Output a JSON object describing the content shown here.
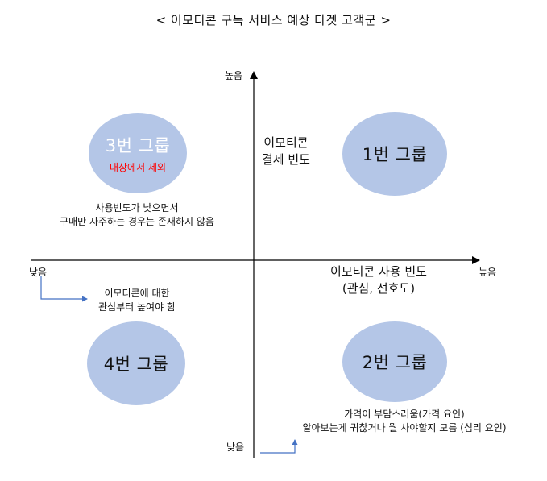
{
  "title": "< 이모티콘 구독 서비스 예상 타겟 고객군 >",
  "axes": {
    "y_label": "이모티콘 결제 빈도",
    "y_label_lines": [
      "이모티콘",
      "결제 빈도"
    ],
    "y_high": "높음",
    "y_low": "낮음",
    "x_label_lines": [
      "이모티콘 사용 빈도",
      "(관심, 선호도)"
    ],
    "x_high": "높음",
    "x_low": "낮음"
  },
  "groups": [
    {
      "id": "group-1",
      "name": "1번 그룹",
      "note": ""
    },
    {
      "id": "group-2",
      "name": "2번 그룹",
      "description_lines": [
        "가격이 부담스러움(가격 요인)",
        "알아보는게 귀찮거나 뭘 사야할지 모름 (심리 요인)"
      ]
    },
    {
      "id": "group-3",
      "name": "3번 그룹",
      "note": "대상에서 제외",
      "description_lines": [
        "사용빈도가 낮으면서",
        "구매만 자주하는 경우는 존재하지 않음"
      ]
    },
    {
      "id": "group-4",
      "name": "4번 그룹",
      "description_lines": [
        "이모티콘에 대한",
        "관심부터 높여야 함"
      ]
    }
  ],
  "colors": {
    "circle_fill": "#b4c6e7",
    "group3_text": "#ffffff",
    "note_red": "#ff0000",
    "axis": "#000000",
    "connector": "#4472c4"
  }
}
